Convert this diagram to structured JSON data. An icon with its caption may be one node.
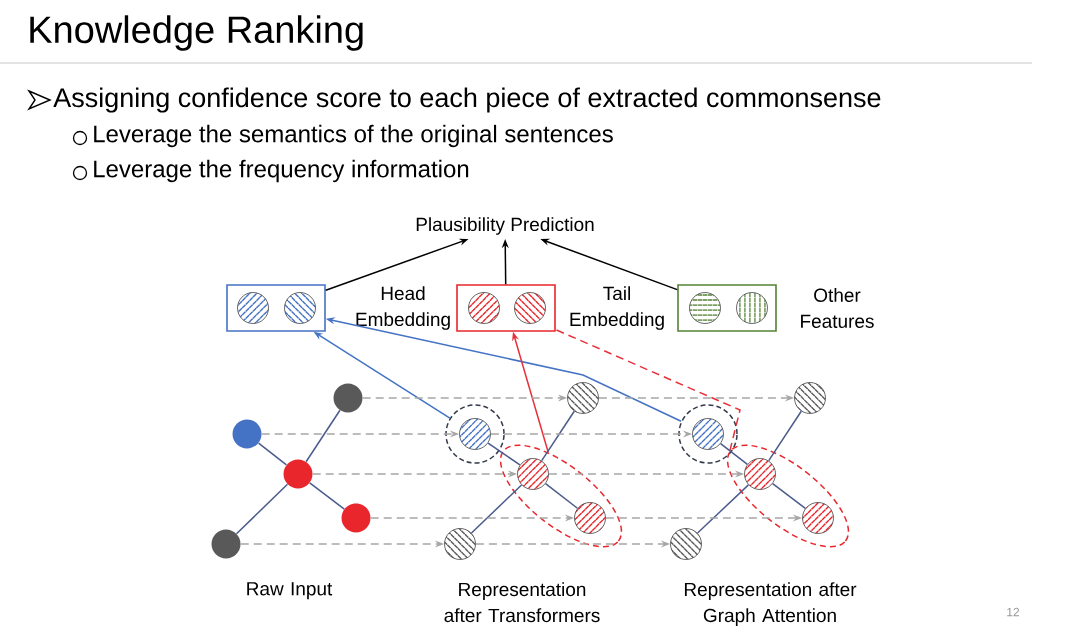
{
  "diagram": {
    "title": "Knowledge Ranking",
    "nodes": [
      {
        "text": [
          "Plausibility Prediction"
        ]
      },
      {
        "text": [],
        "shape": "box"
      },
      {
        "text": [],
        "shape": "circle",
        "in": 1
      },
      {
        "text": [],
        "shape": "circle",
        "in": 1
      },
      {
        "text": [],
        "shape": "box"
      },
      {
        "text": [],
        "shape": "circle",
        "in": 4
      },
      {
        "text": [],
        "shape": "circle",
        "in": 4
      },
      {
        "text": [],
        "shape": "box"
      },
      {
        "text": [],
        "shape": "circle",
        "in": 7
      },
      {
        "text": [],
        "shape": "circle",
        "in": 7
      },
      {
        "text": [],
        "shape": "circle"
      },
      {
        "text": [],
        "shape": "circle"
      },
      {
        "text": [],
        "shape": "circle"
      },
      {
        "text": [],
        "shape": "circle"
      },
      {
        "text": [],
        "shape": "circle"
      },
      {
        "text": [],
        "shape": "circle"
      },
      {
        "text": [],
        "shape": "circle"
      },
      {
        "text": [],
        "shape": "circle",
        "in": 16
      },
      {
        "text": [],
        "shape": "ellipse"
      },
      {
        "text": [],
        "shape": "circle",
        "in": 18
      },
      {
        "text": [],
        "shape": "circle",
        "in": 18
      },
      {
        "text": [],
        "shape": "circle"
      },
      {
        "text": [],
        "shape": "circle"
      },
      {
        "text": [],
        "shape": "circle"
      },
      {
        "text": [],
        "shape": "circle",
        "in": 23
      },
      {
        "text": [],
        "shape": "ellipse"
      },
      {
        "text": [],
        "shape": "circle",
        "in": 25
      },
      {
        "text": [],
        "shape": "circle",
        "in": 25
      },
      {
        "text": [],
        "shape": "circle"
      }
    ],
    "edges": [
      {
        "from": 1,
        "to": 0,
        "arrow": "to",
        "color": "#000000"
      },
      {
        "from": 4,
        "to": 0,
        "arrow": "to",
        "color": "#000000"
      },
      {
        "from": 7,
        "to": 0,
        "arrow": "to",
        "color": "#000000"
      },
      {
        "from": 16,
        "to": 1,
        "arrow": "to",
        "color": "#4472c4"
      },
      {
        "from": 23,
        "to": 1,
        "arrow": "to",
        "color": "#4472c4"
      },
      {
        "from": 18,
        "to": 4,
        "arrow": "to",
        "color": "#e8303a"
      },
      {
        "from": 25,
        "to": 4,
        "arrow": "none",
        "style": "dashed",
        "color": "#e8303a"
      },
      {
        "from": 10,
        "to": 12,
        "arrow": "none"
      },
      {
        "from": 11,
        "to": 12,
        "arrow": "none"
      },
      {
        "from": 12,
        "to": 13,
        "arrow": "none"
      },
      {
        "from": 12,
        "to": 14,
        "arrow": "none"
      },
      {
        "from": 15,
        "to": 19,
        "arrow": "none"
      },
      {
        "from": 17,
        "to": 19,
        "arrow": "none"
      },
      {
        "from": 19,
        "to": 20,
        "arrow": "none"
      },
      {
        "from": 19,
        "to": 21,
        "arrow": "none"
      },
      {
        "from": 22,
        "to": 26,
        "arrow": "none"
      },
      {
        "from": 24,
        "to": 26,
        "arrow": "none"
      },
      {
        "from": 26,
        "to": 27,
        "arrow": "none"
      },
      {
        "from": 26,
        "to": 28,
        "arrow": "none"
      },
      {
        "from": 10,
        "to": 15,
        "arrow": "to",
        "style": "dashed",
        "color": "#a6a6a6"
      },
      {
        "from": 11,
        "to": 17,
        "arrow": "to",
        "style": "dashed",
        "color": "#a6a6a6"
      },
      {
        "from": 12,
        "to": 19,
        "arrow": "to",
        "style": "dashed",
        "color": "#a6a6a6"
      },
      {
        "from": 13,
        "to": 20,
        "arrow": "to",
        "style": "dashed",
        "color": "#a6a6a6"
      },
      {
        "from": 14,
        "to": 21,
        "arrow": "to",
        "style": "dashed",
        "color": "#a6a6a6"
      },
      {
        "from": 15,
        "to": 22,
        "arrow": "to",
        "style": "dashed",
        "color": "#a6a6a6"
      },
      {
        "from": 17,
        "to": 24,
        "arrow": "to",
        "style": "dashed",
        "color": "#a6a6a6"
      },
      {
        "from": 19,
        "to": 26,
        "arrow": "to",
        "style": "dashed",
        "color": "#a6a6a6"
      },
      {
        "from": 20,
        "to": 27,
        "arrow": "to",
        "style": "dashed",
        "color": "#a6a6a6"
      },
      {
        "from": 21,
        "to": 28,
        "arrow": "to",
        "style": "dashed",
        "color": "#a6a6a6"
      }
    ],
    "labels": [
      "Head Embedding",
      "Tail Embedding",
      "Other Features",
      "Assigning confidence score to each piece of extracted commonsense",
      "Leverage the semantics of the original sentences",
      "Leverage the frequency information",
      "Raw Input",
      "Representation after Transformers",
      "Representation after Graph Attention",
      "12"
    ]
  }
}
